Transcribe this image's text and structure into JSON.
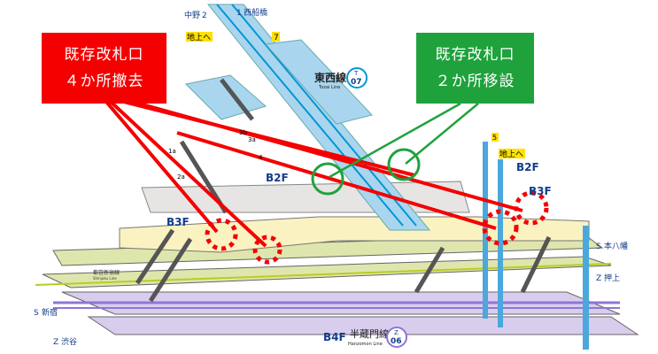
{
  "callouts": {
    "removed": {
      "line1": "既存改札口",
      "line2": "４か所撤去",
      "color": "#f50000"
    },
    "relocated": {
      "line1": "既存改札口",
      "line2": "２か所移設",
      "color": "#1fa23c"
    }
  },
  "tozai": {
    "name": "東西線",
    "name_en": "Tozai Line",
    "letter": "T",
    "number": "07",
    "color": "#0096d8"
  },
  "hanzomon": {
    "name": "半蔵門線",
    "name_en": "Hanzomon Line",
    "letter": "Z",
    "number": "06",
    "color": "#8f76d6"
  },
  "shinjuku_line": {
    "name": "都営新宿線",
    "name_en": "Shinjuku Line"
  },
  "directions": {
    "nakano": {
      "num": "2",
      "label": "中野"
    },
    "nishifunabashi": {
      "num": "1",
      "label": "西船橋"
    },
    "shinjuku": {
      "num": "S",
      "label": "新宿"
    },
    "shibuya": {
      "num": "Z",
      "label": "渋谷"
    },
    "motoyawata": {
      "num": "S",
      "label": "本八幡"
    },
    "oshiage": {
      "num": "Z",
      "label": "押上"
    }
  },
  "floors": {
    "b2f": "B2F",
    "b3f": "B3F",
    "b4f": "B4F"
  },
  "exits": {
    "to_ground": "地上へ",
    "e7": "7",
    "e5": "5",
    "e4": "4",
    "e3a": "3a",
    "e3b": "3b",
    "e1a": "1a",
    "e2a": "2a"
  }
}
